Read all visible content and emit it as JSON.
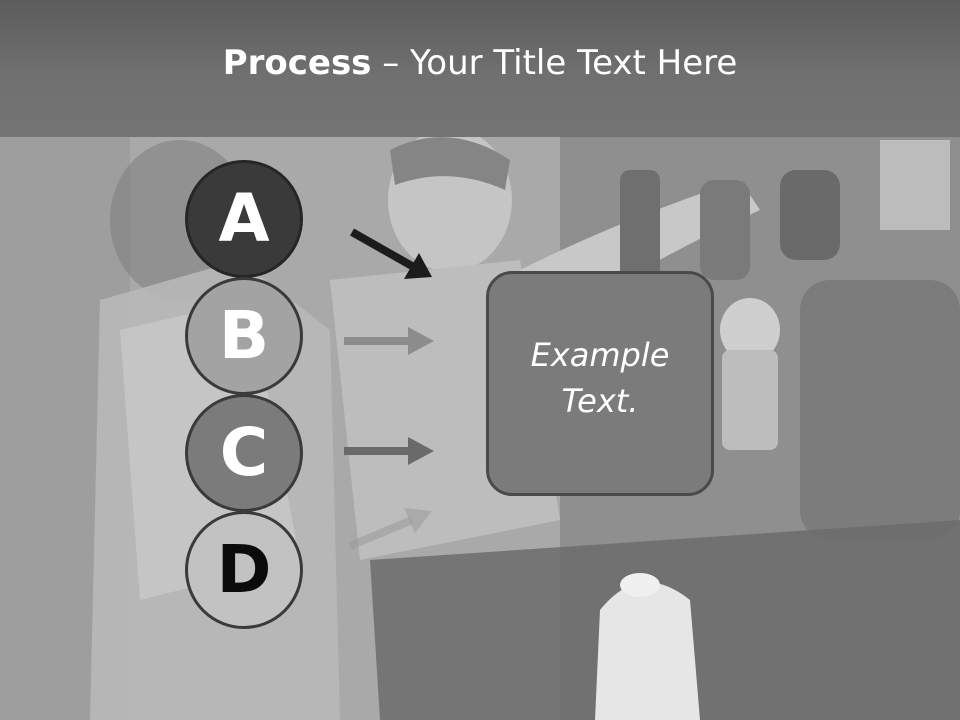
{
  "slide": {
    "title_bold": "Process",
    "title_rest": " – Your Title Text Here",
    "steps": [
      "A",
      "B",
      "C",
      "D"
    ],
    "example_text": "Example Text."
  },
  "colors": {
    "title_bar": "#6a6a6a",
    "step_a": "#3a3a3a",
    "step_b": "#a3a3a3",
    "step_c": "#7b7b7b",
    "step_d": "#c2c2c2",
    "example_box": "#7b7b7b"
  },
  "icons": {
    "arrow_a": "arrow-right-down",
    "arrow_b": "arrow-right",
    "arrow_c": "arrow-right",
    "arrow_d": "arrow-right-up"
  }
}
